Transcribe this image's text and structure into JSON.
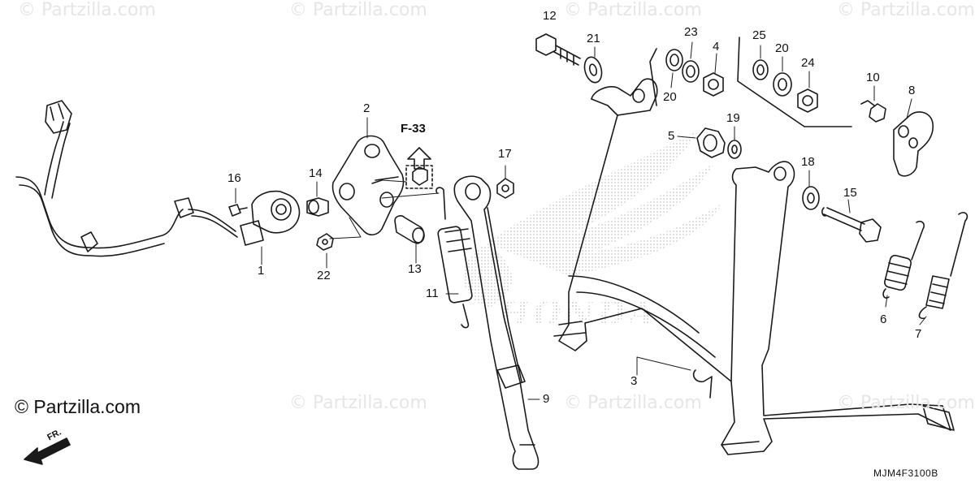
{
  "watermarks": {
    "text": "© Partzilla.com"
  },
  "brand": {
    "text": "© Partzilla.com"
  },
  "reference": {
    "label": "F-33"
  },
  "direction": {
    "label": "FR."
  },
  "diagram_code": "MJM4F3100B",
  "background_logo": {
    "text": "HONDA"
  },
  "callouts": {
    "c1": "1",
    "c2": "2",
    "c3": "3",
    "c4": "4",
    "c5": "5",
    "c6": "6",
    "c7": "7",
    "c8": "8",
    "c9": "9",
    "c10": "10",
    "c11": "11",
    "c12": "12",
    "c13": "13",
    "c14": "14",
    "c15": "15",
    "c16": "16",
    "c17": "17",
    "c18": "18",
    "c19": "19",
    "c20a": "20",
    "c20b": "20",
    "c21": "21",
    "c22": "22",
    "c23": "23",
    "c24": "24",
    "c25": "25"
  },
  "colors": {
    "line": "#1a1a1a",
    "watermark": "#e6e6e6",
    "logo_dots": "#b0b0b0"
  }
}
